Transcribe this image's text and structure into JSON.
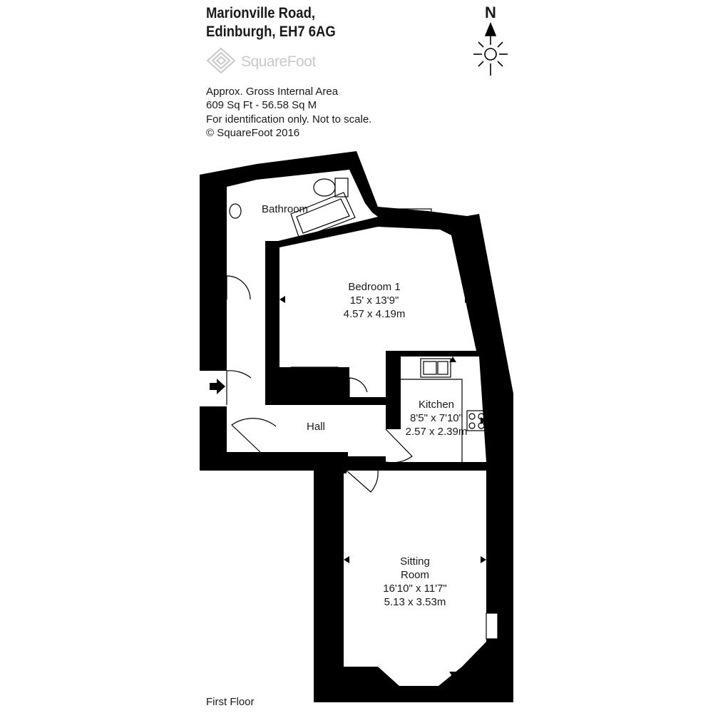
{
  "address": {
    "line1": "Marionville Road,",
    "line2": "Edinburgh, EH7 6AG"
  },
  "brand": {
    "name": "SquareFoot",
    "logo_icon": "squarefoot-logo-icon",
    "color": "#c9c9c9"
  },
  "info": {
    "line1": "Approx. Gross Internal Area",
    "line2": "609 Sq Ft  -  56.58 Sq M",
    "line3": "For identification only. Not to scale.",
    "line4": "© SquareFoot 2016"
  },
  "compass": {
    "label": "N",
    "icon": "north-arrow-icon"
  },
  "rooms": {
    "bathroom": {
      "name": "Bathroom"
    },
    "bedroom1": {
      "name": "Bedroom 1",
      "imperial": "15' x 13'9\"",
      "metric": "4.57 x 4.19m"
    },
    "kitchen": {
      "name": "Kitchen",
      "imperial": "8'5\" x 7'10\"",
      "metric": "2.57 x 2.39m"
    },
    "hall": {
      "name": "Hall"
    },
    "sitting": {
      "name1": "Sitting",
      "name2": "Room",
      "imperial": "16'10\" x 11'7\"",
      "metric": "5.13 x 3.53m"
    }
  },
  "floor": "First Floor",
  "colors": {
    "wall": "#000000",
    "text": "#1a1a1a",
    "background": "#ffffff"
  }
}
